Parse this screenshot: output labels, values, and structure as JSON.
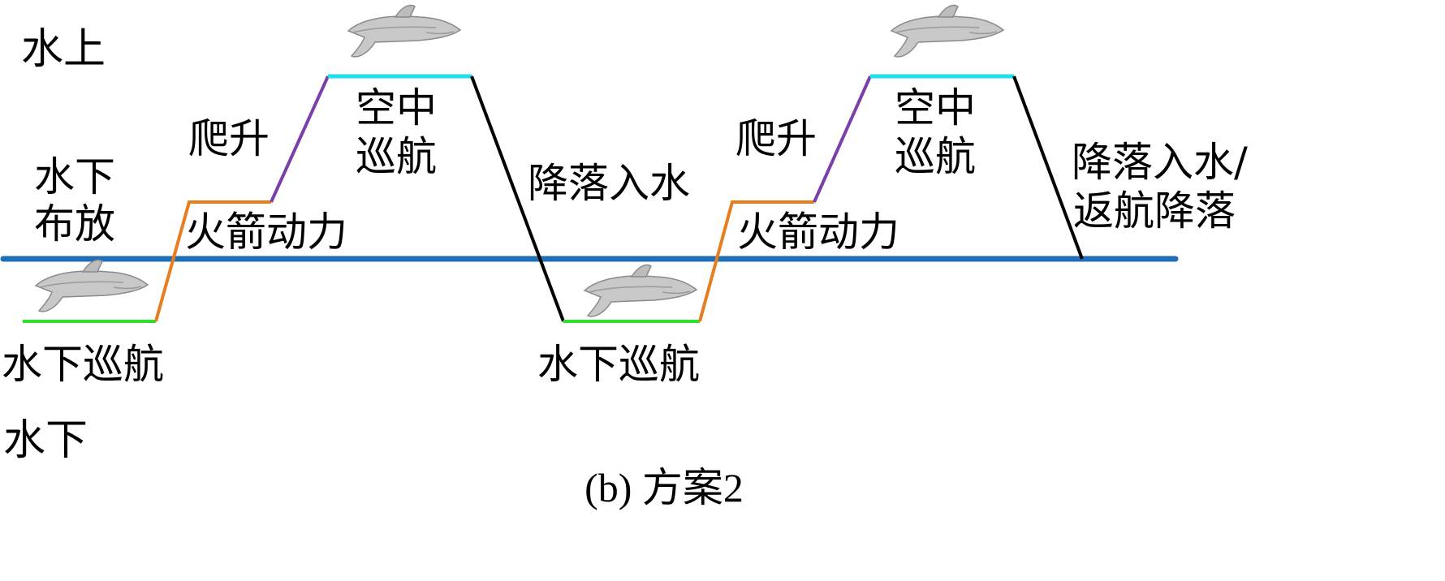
{
  "regions": {
    "above_water": "水上",
    "below_water": "水下"
  },
  "phases": {
    "underwater_deploy": [
      "水下",
      "布放"
    ],
    "underwater_cruise_1": "水下巡航",
    "rocket_power_1": "火箭动力",
    "climb_1": "爬升",
    "air_cruise_1": [
      "空中",
      "巡航"
    ],
    "descend_enter_water": "降落入水",
    "underwater_cruise_2": "水下巡航",
    "rocket_power_2": "火箭动力",
    "climb_2": "爬升",
    "air_cruise_2": [
      "空中",
      "巡航"
    ],
    "descend_final": [
      "降落入水/",
      "返航降落"
    ]
  },
  "caption": "(b) 方案2",
  "colors": {
    "water_surface": "#1e6fb5",
    "underwater_cruise": "#2ee02e",
    "rocket_power": "#e87d1e",
    "climb": "#7a3fa8",
    "air_cruise": "#19dfee",
    "descend": "#000000",
    "vehicle": "#c8c8c8"
  },
  "icons": [
    "vehicle-icon-air",
    "vehicle-icon-underwater"
  ]
}
